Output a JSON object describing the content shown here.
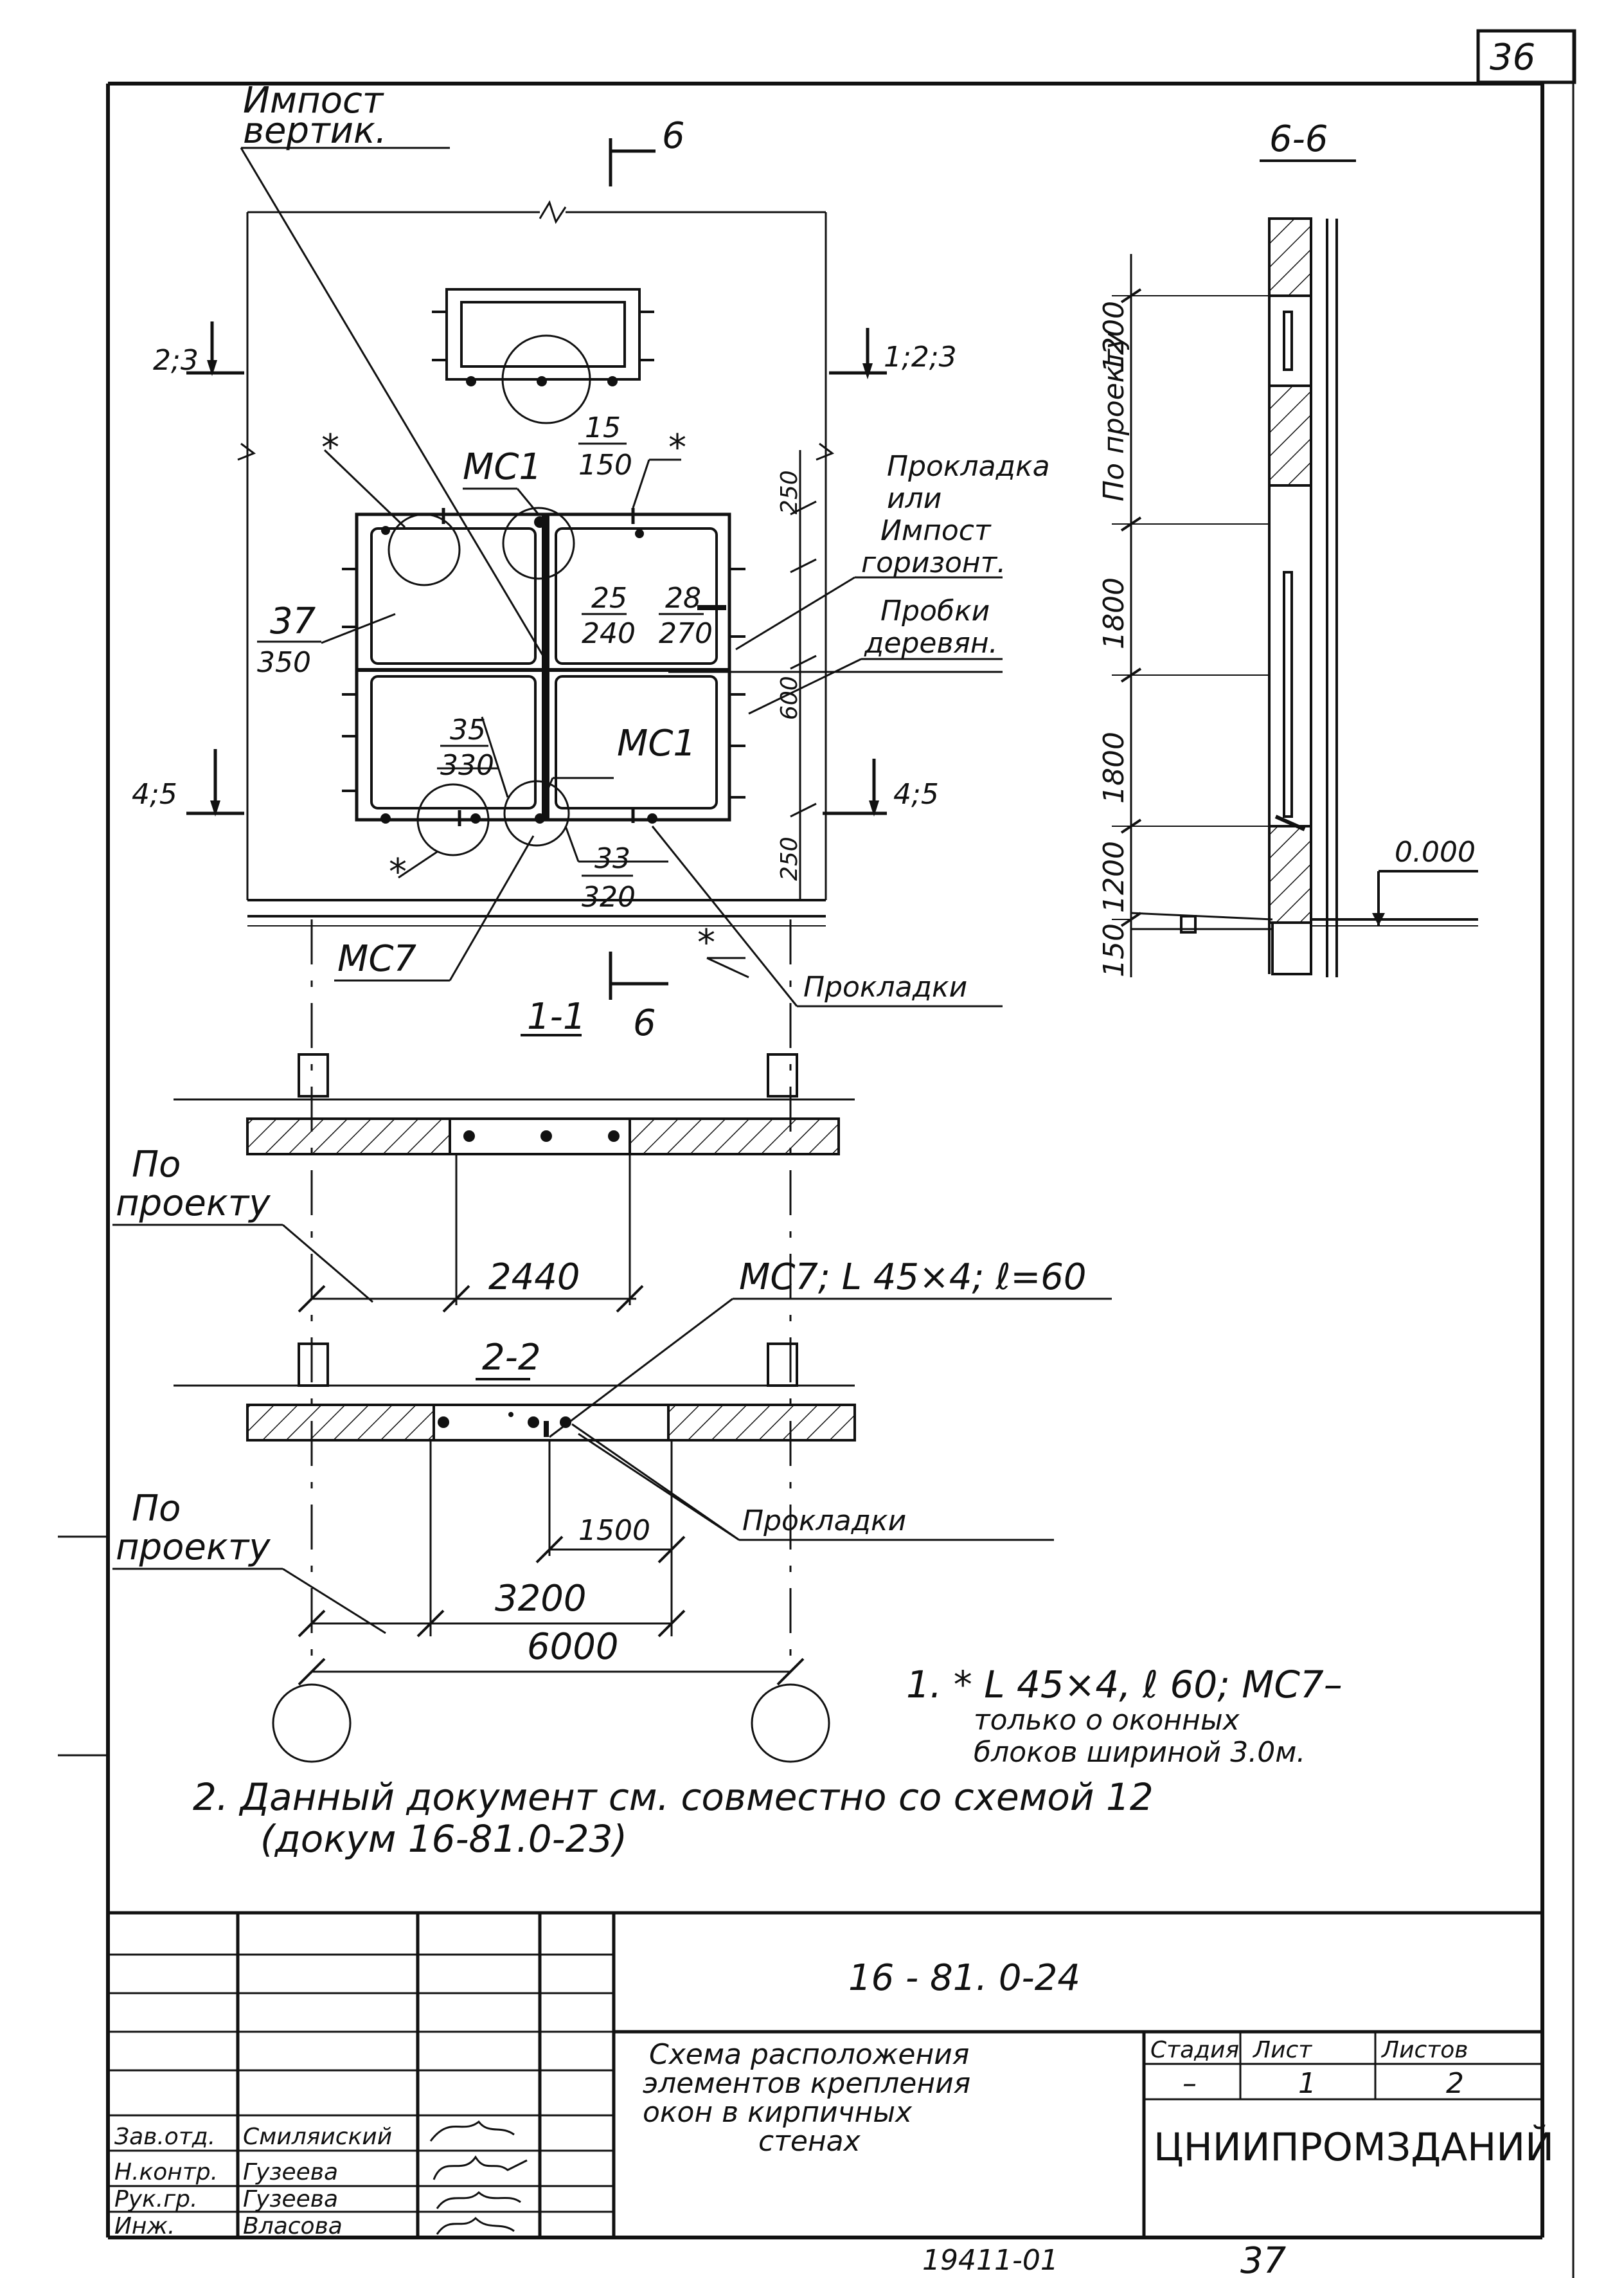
{
  "sheet_number": "36",
  "drawing": {
    "sections": {
      "section_66": "6-6",
      "section_11": "1-1",
      "section_22": "2-2",
      "cut_top": "6",
      "cut_bottom": "6",
      "cut_left_top": "2;3",
      "cut_left_bottom": "4;5",
      "cut_right_top": "1;2;3",
      "cut_right_bottom": "4;5"
    },
    "labels": {
      "impost_vertical_1": "Импост",
      "impost_vertical_2": "вертик.",
      "gasket_1": "Прокладка",
      "gasket_2": "или",
      "gasket_3": "Импост",
      "gasket_4": "горизонт.",
      "plugs_1": "Пробки",
      "plugs_2": "деревян.",
      "gaskets_bottom": "Прокладки",
      "gaskets_22": "Прокладки",
      "po_proektu_a1": "По",
      "po_proektu_a2": "проекту",
      "po_proektu_b1": "По",
      "po_proektu_b2": "проекту",
      "mc1_top": "МС1",
      "mc1_bottom": "МС1",
      "mc7": "МС7",
      "mc7_spec": "МС7; L 45×4; ℓ=60",
      "star": "*",
      "level": "0.000"
    },
    "fractions": {
      "f15_top": "15",
      "f15_bot": "150",
      "f25_top": "25",
      "f25_bot": "240",
      "f28_top": "28",
      "f28_bot": "270",
      "f37_top": "37",
      "f37_bot": "350",
      "f35_top": "35",
      "f35_bot": "330",
      "f33_top": "33",
      "f33_bot": "320"
    },
    "dims": {
      "d250_top": "250",
      "d600": "600",
      "d250_bot": "250",
      "d2440": "2440",
      "d1500": "1500",
      "d3200": "3200",
      "d6000": "6000",
      "v_project": "По проекту",
      "v_1200_top": "1200",
      "v_1800_a": "1800",
      "v_1800_b": "1800",
      "v_1200_bot": "1200",
      "v_150": "150"
    },
    "notes": {
      "n1_line1": "1. * L 45×4, ℓ 60; МС7–",
      "n1_line2": "только о оконных",
      "n1_line3": "блоков шириной 3.0м.",
      "n2_line1": "2. Данный документ см. совместно со схемой 12",
      "n2_line2": "(докум 16-81.0-23)"
    }
  },
  "title_block": {
    "doc_code": "16 - 81. 0-24",
    "title_line1": "Схема расположения",
    "title_line2": "элементов крепления",
    "title_line3": "окон в кирпичных",
    "title_line4": "стенах",
    "stage_header": "Стадия",
    "sheet_header": "Лист",
    "sheets_header": "Листов",
    "stage_value": "–",
    "sheet_value": "1",
    "sheets_value": "2",
    "organization": "ЦНИИПРОМЗДАНИЙ",
    "people": [
      {
        "role": "Зав.отд.",
        "name": "Смиляиский"
      },
      {
        "role": "Н.контр.",
        "name": "Гузеева"
      },
      {
        "role": "Рук.гр.",
        "name": "Гузеева"
      },
      {
        "role": "Инж.",
        "name": "Власова"
      }
    ]
  },
  "footer": {
    "inventory": "19411-01",
    "page": "37"
  }
}
